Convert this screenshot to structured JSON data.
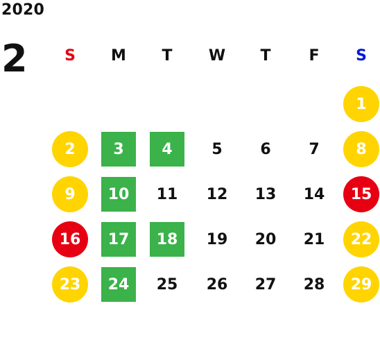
{
  "calendar": {
    "year": "2020",
    "month": "2",
    "weekday_headers": [
      "S",
      "M",
      "T",
      "W",
      "T",
      "F",
      "S"
    ],
    "weekday_header_colors": [
      "#e60012",
      "#111111",
      "#111111",
      "#111111",
      "#111111",
      "#111111",
      "#0019d6"
    ],
    "colors": {
      "saturday_sunday_circle": "#ffd400",
      "holiday_circle": "#e60012",
      "green_square": "#3bb24a",
      "text_default": "#111111"
    },
    "weeks": [
      [
        {
          "day": "",
          "style": "empty"
        },
        {
          "day": "",
          "style": "empty"
        },
        {
          "day": "",
          "style": "empty"
        },
        {
          "day": "",
          "style": "empty"
        },
        {
          "day": "",
          "style": "empty"
        },
        {
          "day": "",
          "style": "empty"
        },
        {
          "day": "1",
          "style": "yellow-circle"
        }
      ],
      [
        {
          "day": "2",
          "style": "yellow-circle"
        },
        {
          "day": "3",
          "style": "green-square"
        },
        {
          "day": "4",
          "style": "green-square"
        },
        {
          "day": "5",
          "style": "plain"
        },
        {
          "day": "6",
          "style": "plain"
        },
        {
          "day": "7",
          "style": "plain"
        },
        {
          "day": "8",
          "style": "yellow-circle"
        }
      ],
      [
        {
          "day": "9",
          "style": "yellow-circle"
        },
        {
          "day": "10",
          "style": "green-square"
        },
        {
          "day": "11",
          "style": "plain"
        },
        {
          "day": "12",
          "style": "plain"
        },
        {
          "day": "13",
          "style": "plain"
        },
        {
          "day": "14",
          "style": "plain"
        },
        {
          "day": "15",
          "style": "red-circle"
        }
      ],
      [
        {
          "day": "16",
          "style": "red-circle"
        },
        {
          "day": "17",
          "style": "green-square"
        },
        {
          "day": "18",
          "style": "green-square"
        },
        {
          "day": "19",
          "style": "plain"
        },
        {
          "day": "20",
          "style": "plain"
        },
        {
          "day": "21",
          "style": "plain"
        },
        {
          "day": "22",
          "style": "yellow-circle"
        }
      ],
      [
        {
          "day": "23",
          "style": "yellow-circle"
        },
        {
          "day": "24",
          "style": "green-square"
        },
        {
          "day": "25",
          "style": "plain"
        },
        {
          "day": "26",
          "style": "plain"
        },
        {
          "day": "27",
          "style": "plain"
        },
        {
          "day": "28",
          "style": "plain"
        },
        {
          "day": "29",
          "style": "yellow-circle"
        }
      ]
    ]
  }
}
